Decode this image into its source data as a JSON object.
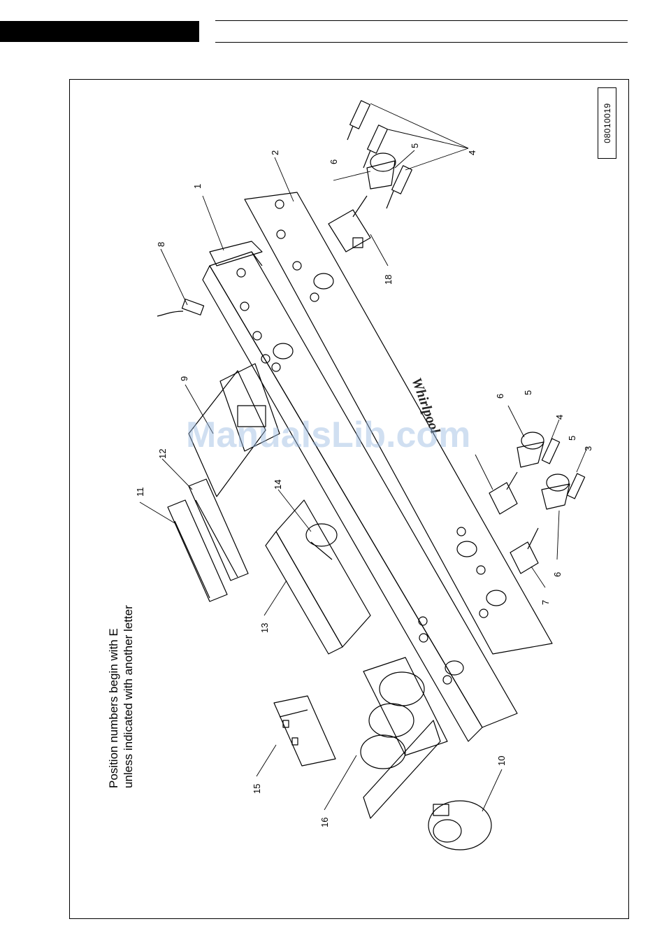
{
  "figure_ref": "08010019",
  "note": {
    "line1": "Position numbers begin with E",
    "line2": "unless indicated with another letter"
  },
  "brand": "Whirlpool",
  "watermark": "ManualsLib.com",
  "callouts": [
    "1",
    "2",
    "3",
    "4",
    "5",
    "6",
    "7",
    "8",
    "9",
    "10",
    "11",
    "12",
    "13",
    "14",
    "15",
    "16",
    "18"
  ]
}
